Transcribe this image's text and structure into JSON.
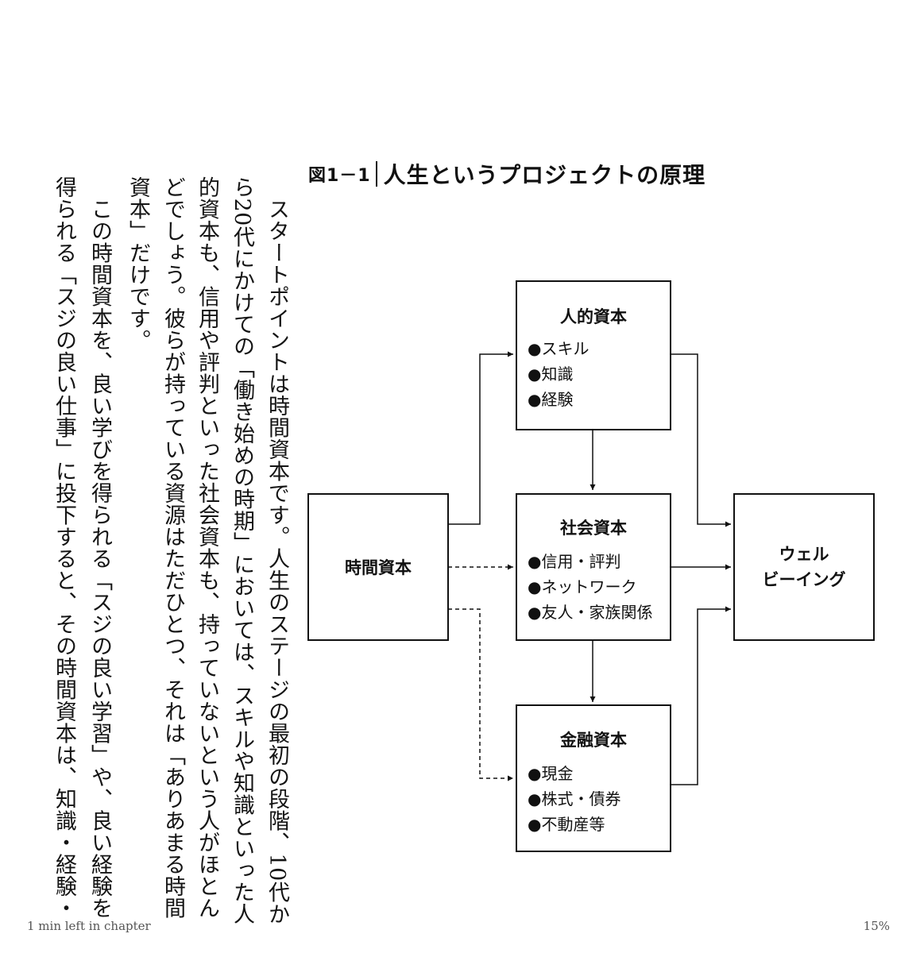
{
  "body_text": {
    "lines": [
      "　スタートポイントは時間資本です。人生のステージの最初の段階、10代か",
      "ら20代にかけての「働き始めの時期」においては、スキルや知識といった人",
      "的資本も、信用や評判といった社会資本も、持っていないという人がほとん",
      "どでしょう。彼らが持っている資源はただひとつ、それは「ありあまる時間",
      "資本」だけです。",
      "　この時間資本を、良い学びを得られる「スジの良い学習」や、良い経験を",
      "得られる「スジの良い仕事」に投下すると、その時間資本は、知識・経験・"
    ]
  },
  "figure": {
    "number": "図1－1",
    "title": "人生というプロジェクトの原理",
    "nodes": {
      "time_capital": {
        "label": "時間資本"
      },
      "human_capital": {
        "label": "人的資本",
        "items": [
          "●スキル",
          "●知識",
          "●経験"
        ]
      },
      "social_capital": {
        "label": "社会資本",
        "items": [
          "●信用・評判",
          "●ネットワーク",
          "●友人・家族関係"
        ]
      },
      "financial_capital": {
        "label": "金融資本",
        "items": [
          "●現金",
          "●株式・債券",
          "●不動産等"
        ]
      },
      "wellbeing": {
        "label_line1": "ウェル",
        "label_line2": "ビーイング"
      }
    }
  },
  "footer": {
    "time_left": "1 min left in chapter",
    "progress": "15%"
  }
}
